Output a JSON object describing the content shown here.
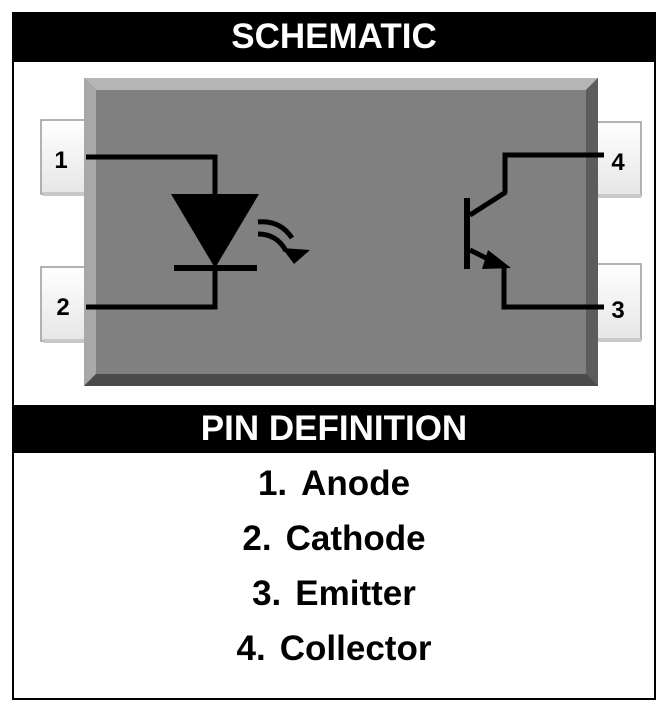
{
  "schematic": {
    "title": "SCHEMATIC",
    "pin_tab_labels": [
      "1",
      "2",
      "4",
      "3"
    ],
    "colors": {
      "package_body": "#808080",
      "package_bevel_light": "#b5b5b5",
      "package_bevel_dark": "#4a4a4a",
      "trace": "#000000",
      "header_bg": "#000000",
      "header_text": "#ffffff"
    }
  },
  "pin_definition": {
    "title": "PIN DEFINITION",
    "pins": [
      {
        "number": "1.",
        "name": "Anode"
      },
      {
        "number": "2.",
        "name": "Cathode"
      },
      {
        "number": "3.",
        "name": "Emitter"
      },
      {
        "number": "4.",
        "name": "Collector"
      }
    ]
  }
}
